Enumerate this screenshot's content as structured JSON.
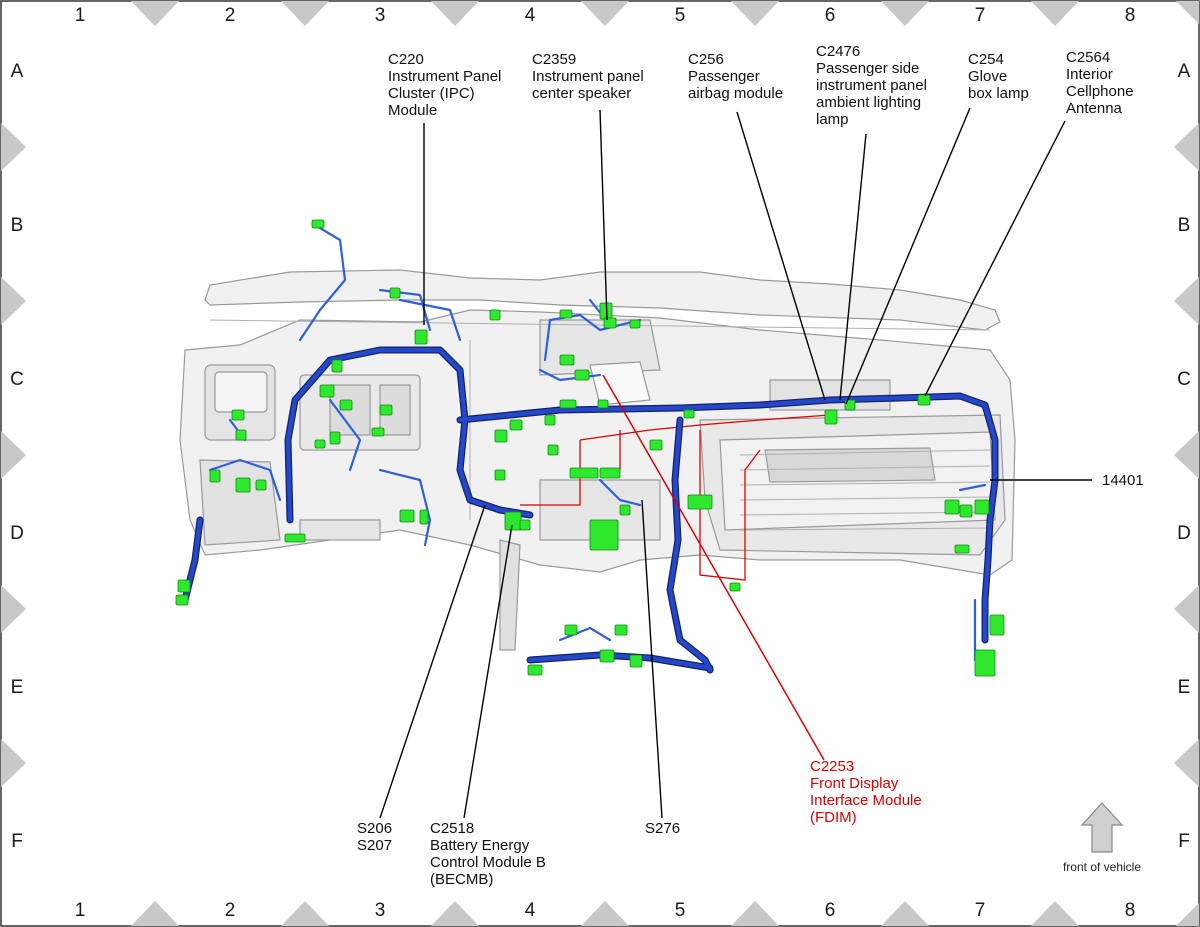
{
  "grid": {
    "columns": [
      "1",
      "2",
      "3",
      "4",
      "5",
      "6",
      "7",
      "8"
    ],
    "rows": [
      "A",
      "B",
      "C",
      "D",
      "E",
      "F"
    ]
  },
  "callouts": {
    "c220": {
      "lines": [
        "C220",
        "Instrument Panel",
        "Cluster (IPC)",
        "Module"
      ]
    },
    "c2359": {
      "lines": [
        "C2359",
        "Instrument panel",
        "center speaker"
      ]
    },
    "c256": {
      "lines": [
        "C256",
        "Passenger",
        "airbag module"
      ]
    },
    "c2476": {
      "lines": [
        "C2476",
        "Passenger side",
        "instrument panel",
        "ambient lighting",
        "lamp"
      ]
    },
    "c254": {
      "lines": [
        "C254",
        "Glove",
        "box lamp"
      ]
    },
    "c2564": {
      "lines": [
        "C2564",
        "Interior",
        "Cellphone",
        "Antenna"
      ]
    },
    "p14401": {
      "lines": [
        "14401"
      ]
    },
    "s206": {
      "lines": [
        "S206",
        "S207"
      ]
    },
    "c2518": {
      "lines": [
        "C2518",
        "Battery Energy",
        "Control Module B",
        "(BECMB)"
      ]
    },
    "s276": {
      "lines": [
        "S276"
      ]
    },
    "c2253": {
      "lines": [
        "C2253",
        "Front Display",
        "Interface Module",
        "(FDIM)"
      ]
    }
  },
  "orientation": {
    "label": "front of vehicle",
    "icon": "up-arrow-icon"
  },
  "colors": {
    "harness": "#2448c8",
    "harness_dark": "#13226e",
    "connector": "#2ee82e",
    "highlight": "#e00000",
    "panel": "#c9c9c9",
    "marker": "#c8c8c8"
  }
}
